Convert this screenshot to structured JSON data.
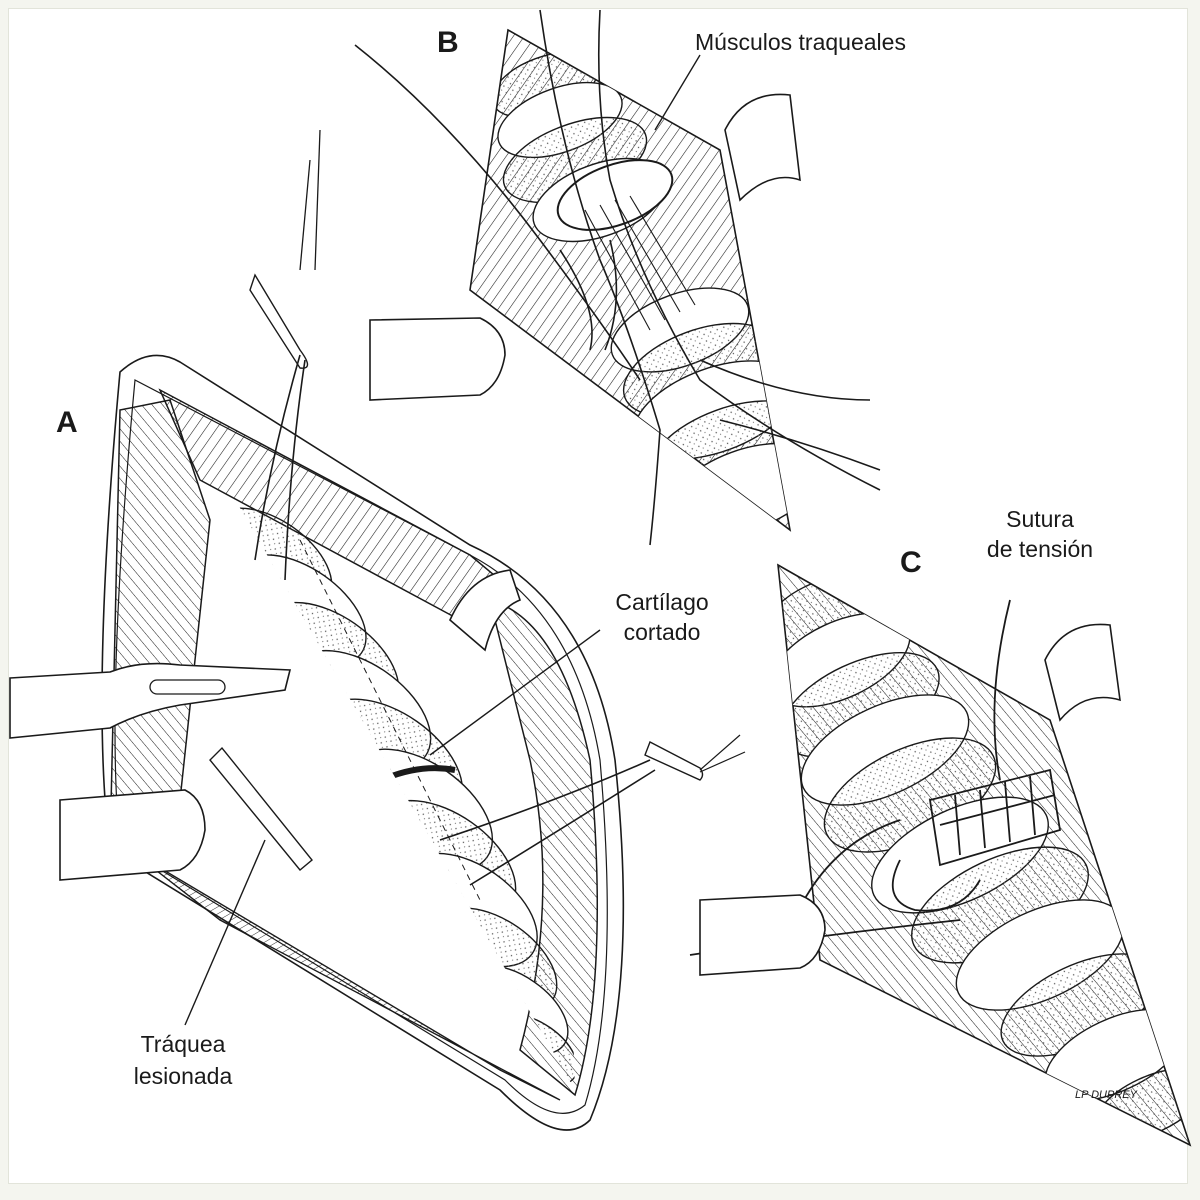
{
  "figure": {
    "panels": {
      "a": "A",
      "b": "B",
      "c": "C"
    },
    "labels": {
      "musculos": "Músculos traqueales",
      "cartilago_1": "Cartílago",
      "cartilago_2": "cortado",
      "traquea_1": "Tráquea",
      "traquea_2": "lesionada",
      "sutura_1": "Sutura",
      "sutura_2": "de tensión"
    },
    "signature": "LP DUPREY"
  },
  "colors": {
    "ink": "#1a1a1a",
    "paper": "#ffffff",
    "background": "#f4f5ef"
  }
}
